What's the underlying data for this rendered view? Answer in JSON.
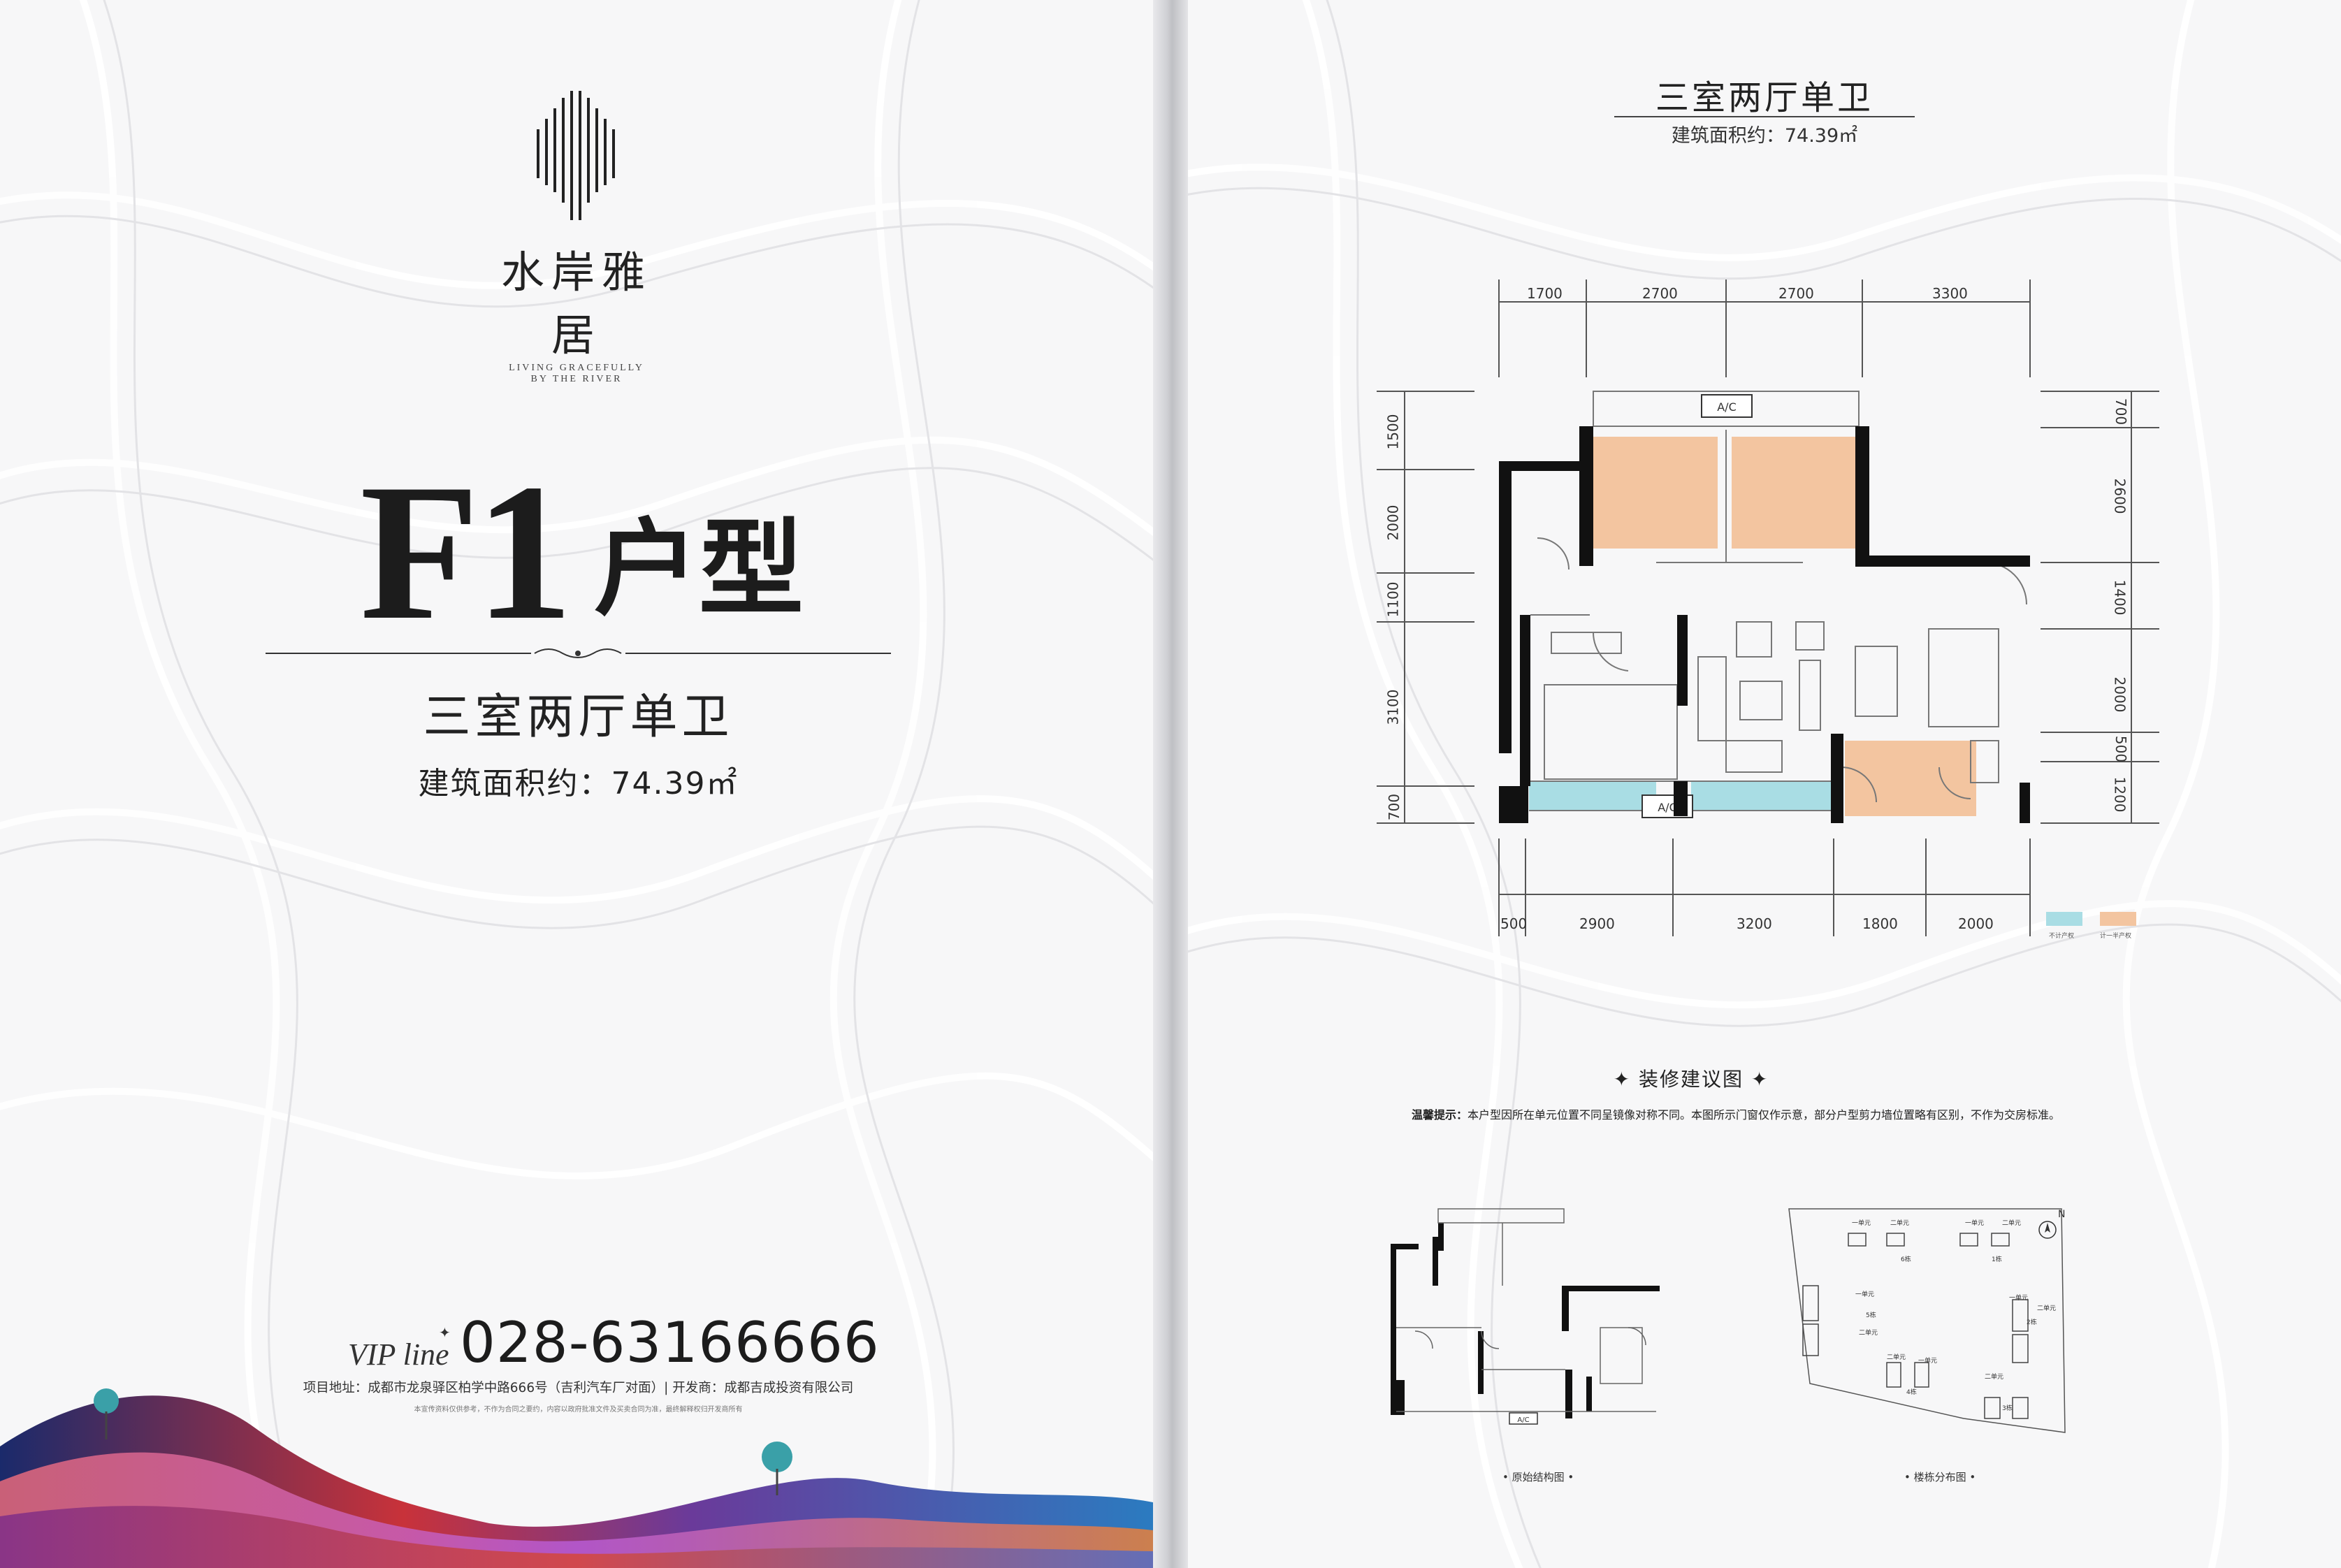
{
  "brand": {
    "name": "水岸雅居",
    "tagline_line1": "LIVING GRACEFULLY",
    "tagline_line2": "BY THE RIVER"
  },
  "unit": {
    "code": "F1",
    "suffix": "户型",
    "layout": "三室两厅单卫",
    "area_label": "建筑面积约：74.39㎡"
  },
  "contact": {
    "vip_label": "VIP line",
    "vip_mark": "✦",
    "phone": "028-63166666",
    "address": "项目地址：成都市龙泉驿区柏学中路666号（吉利汽车厂对面）| 开发商：成都吉成投资有限公司",
    "disclaimer": "本宣传资料仅供参考，不作为合同之要约，内容以政府批准文件及买卖合同为准，最终解释权归开发商所有"
  },
  "plan": {
    "title": "三室两厅单卫",
    "area_label": "建筑面积约：74.39㎡",
    "top_dims": [
      "1700",
      "2700",
      "2700",
      "3300"
    ],
    "bottom_dims": [
      "500",
      "2900",
      "3200",
      "1800",
      "2000"
    ],
    "left_dims": [
      "1500",
      "2000",
      "1100",
      "3100",
      "700"
    ],
    "right_dims": [
      "700",
      "2600",
      "1400",
      "2000",
      "500",
      "1200"
    ],
    "ac_label": "A/C",
    "legend": [
      {
        "label": "不计产权",
        "color": "#a9dde4"
      },
      {
        "label": "计一半产权",
        "color": "#f3c5a0"
      }
    ],
    "caption": "✦ 装修建议图 ✦",
    "tip_label": "温馨提示：",
    "tip_text": "本户型因所在单元位置不同呈镜像对称不同。本图所示门窗仅作示意，部分户型剪力墙位置略有区别，不作为交房标准。"
  },
  "original_structure": {
    "caption": "• 原始结构图 •",
    "ac_label": "A/C"
  },
  "site_map": {
    "caption": "• 楼栋分布图 •",
    "north": "N",
    "labels": [
      {
        "text": "一单元"
      },
      {
        "text": "二单元"
      },
      {
        "text": "6栋"
      },
      {
        "text": "一单元"
      },
      {
        "text": "二单元"
      },
      {
        "text": "1栋"
      },
      {
        "text": "一单元"
      },
      {
        "text": "5栋"
      },
      {
        "text": "二单元"
      },
      {
        "text": "一单元"
      },
      {
        "text": "2栋"
      },
      {
        "text": "二单元"
      },
      {
        "text": "二单元"
      },
      {
        "text": "一单元"
      },
      {
        "text": "4栋"
      },
      {
        "text": "二单元"
      },
      {
        "text": "3栋"
      }
    ]
  },
  "colors": {
    "orange_room": "#f3c5a0",
    "balcony_blue": "#a9dde4",
    "wall": "#111111"
  }
}
